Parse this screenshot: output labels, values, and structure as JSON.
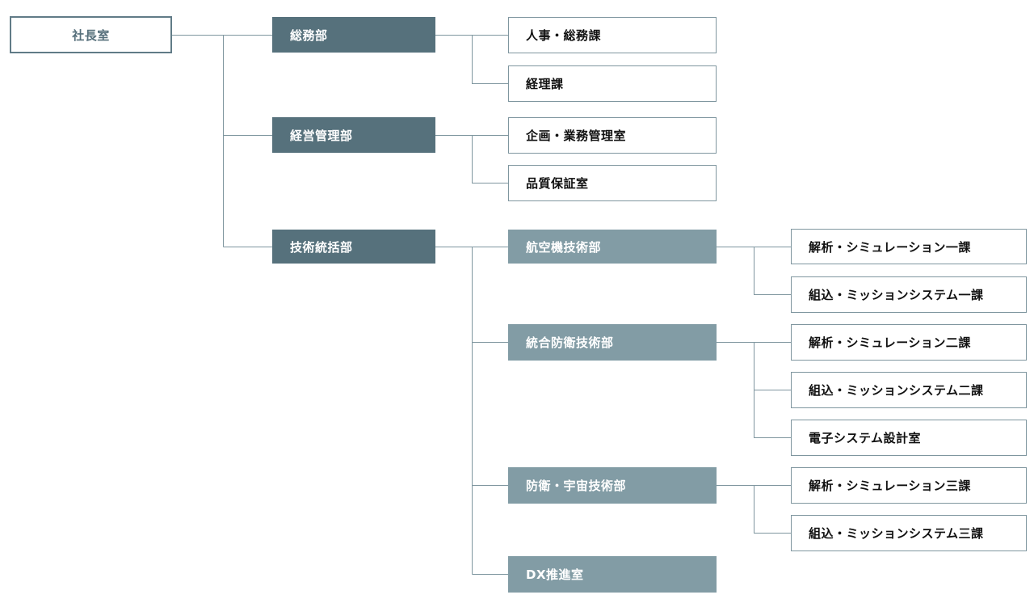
{
  "org": {
    "root": "社長室",
    "departments": [
      {
        "label": "総務部",
        "sections": [
          "人事・総務課",
          "経理課"
        ]
      },
      {
        "label": "経営管理部",
        "sections": [
          "企画・業務管理室",
          "品質保証室"
        ]
      },
      {
        "label": "技術統括部",
        "subdepartments": [
          {
            "label": "航空機技術部",
            "sections": [
              "解析・シミュレーション一課",
              "組込・ミッションシステム一課"
            ]
          },
          {
            "label": "統合防衛技術部",
            "sections": [
              "解析・シミュレーション二課",
              "組込・ミッションシステム二課",
              "電子システム設計室"
            ]
          },
          {
            "label": "防衛・宇宙技術部",
            "sections": [
              "解析・シミュレーション三課",
              "組込・ミッションシステム三課"
            ]
          },
          {
            "label": "DX推進室",
            "sections": []
          }
        ]
      }
    ]
  },
  "colors": {
    "department_fill": "#56717c",
    "subdepartment_fill": "#829ca5",
    "root_border": "#617b87",
    "section_border": "#7f969f",
    "connector": "#7f969f"
  }
}
